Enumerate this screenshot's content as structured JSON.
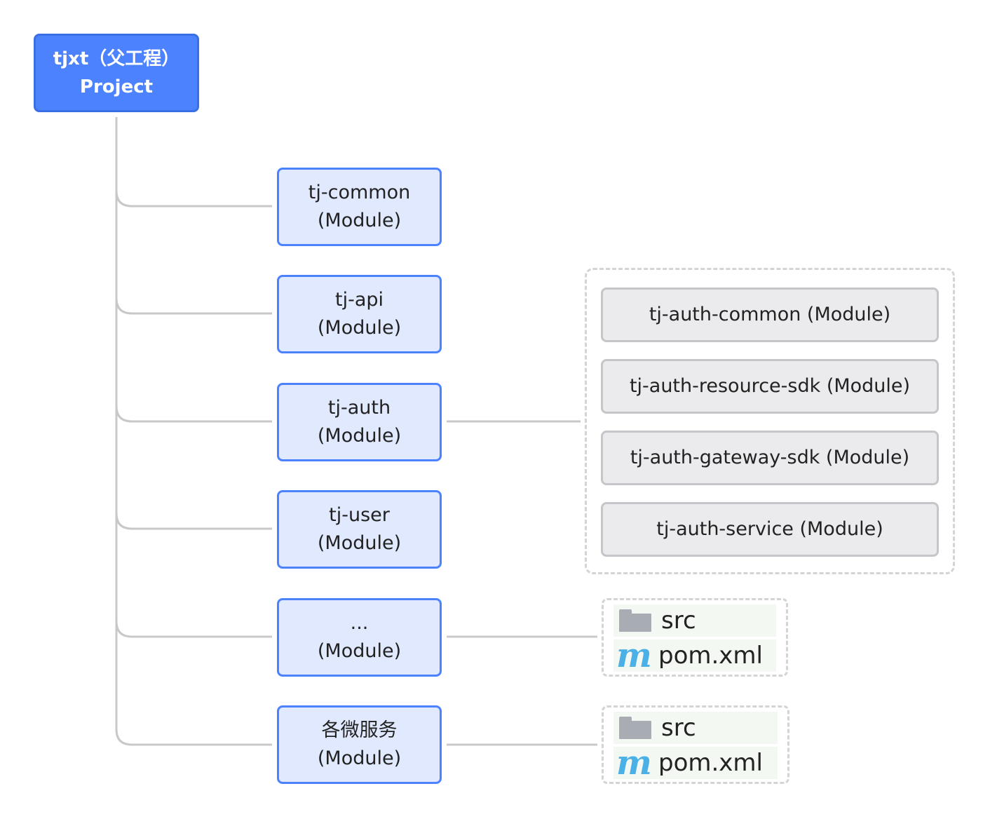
{
  "root": {
    "title": "tjxt（父工程）",
    "subtitle": "Project"
  },
  "modules": [
    {
      "name": "tj-common",
      "type": "(Module)"
    },
    {
      "name": "tj-api",
      "type": "(Module)"
    },
    {
      "name": "tj-auth",
      "type": "(Module)"
    },
    {
      "name": "tj-user",
      "type": "(Module)"
    },
    {
      "name": "...",
      "type": "(Module)"
    },
    {
      "name": "各微服务",
      "type": "(Module)"
    }
  ],
  "auth_submodules": [
    "tj-auth-common (Module)",
    "tj-auth-resource-sdk (Module)",
    "tj-auth-gateway-sdk (Module)",
    "tj-auth-service (Module)"
  ],
  "module_files": {
    "folder": "src",
    "pom": "pom.xml",
    "folder_icon": "folder-icon",
    "pom_icon": "maven-icon",
    "pom_glyph": "m"
  },
  "colors": {
    "root_fill": "#4d82ff",
    "module_fill": "#e1e9ff",
    "module_border": "#4d82ff",
    "submodule_fill": "#ebebed",
    "connector": "#c8c8c8"
  }
}
